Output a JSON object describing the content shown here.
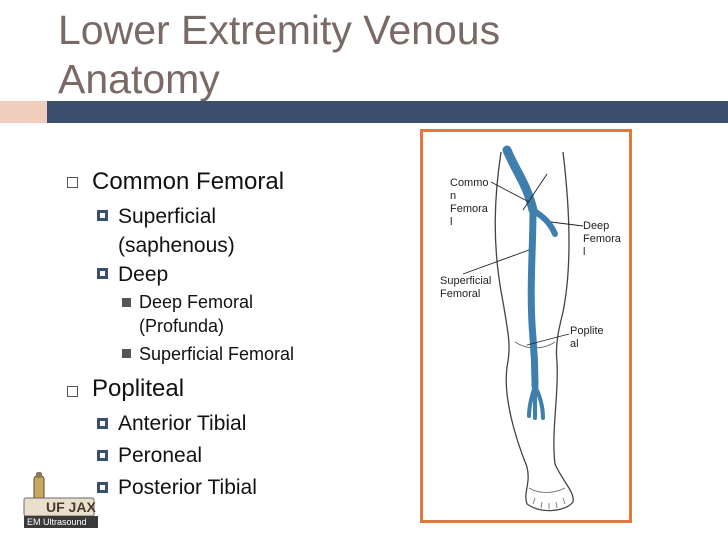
{
  "slide": {
    "title": "Lower Extremity Venous Anatomy",
    "title_line1": "Lower Extremity Venous",
    "title_line2": "Anatomy"
  },
  "bullets": {
    "common_femoral": "Common Femoral",
    "superficial_line1": "Superficial",
    "superficial_line2": "(saphenous)",
    "deep": "Deep",
    "deep_femoral_line1": "Deep Femoral",
    "deep_femoral_line2": "(Profunda)",
    "superficial_femoral": "Superficial Femoral",
    "popliteal": "Popliteal",
    "anterior_tibial": "Anterior Tibial",
    "peroneal": "Peroneal",
    "posterior_tibial": "Posterior Tibial"
  },
  "diagram": {
    "label_common_femoral": "Commo\nn\nFemora\nl",
    "label_deep_femoral": "Deep\nFemora\nl",
    "label_superficial_femoral": "Superficial\nFemoral",
    "label_popliteal": "Poplite\nal"
  },
  "logo": {
    "text_top": "UF JAX",
    "text_bottom": "EM Ultrasound"
  },
  "colors": {
    "title": "#7a6a66",
    "accent_bar": "#3a4f6d",
    "accent_light": "#f0cdbd",
    "frame": "#e0793e",
    "vein": "#3f7fae"
  }
}
